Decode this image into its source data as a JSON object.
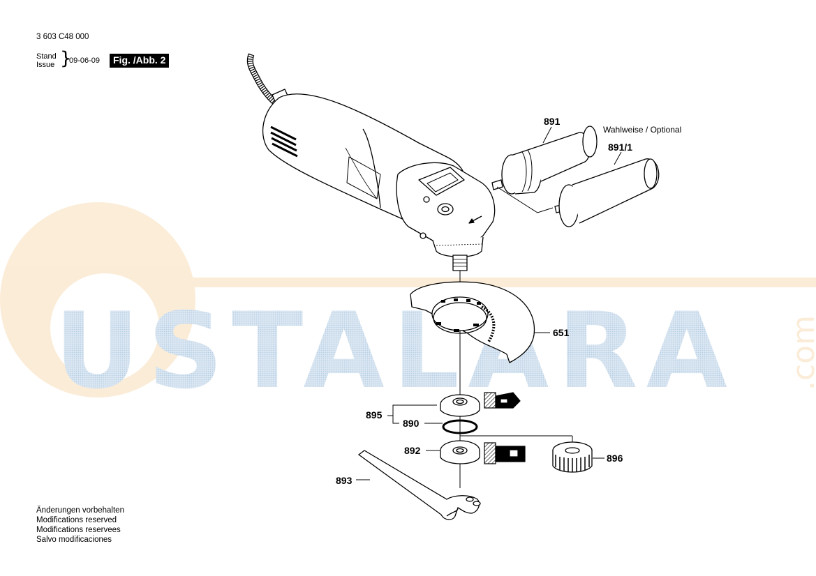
{
  "header": {
    "doc_number": "3 603 C48 000",
    "stand_label": "Stand",
    "issue_label": "Issue",
    "date": "09-06-09",
    "figure_label": "Fig. /Abb. 2"
  },
  "footer_notes": [
    "Änderungen vorbehalten",
    "Modifications reserved",
    "Modifications reservees",
    "Salvo modificaciones"
  ],
  "optional_note": "Wahlweise / Optional",
  "watermark": {
    "text": "USTALARA",
    "suffix": ".com",
    "letter_color": "#c9dcec",
    "circle_color": "#fbecd6"
  },
  "parts": {
    "p891": "891",
    "p891_1": "891/1",
    "p651": "651",
    "p895": "895",
    "p890": "890",
    "p892": "892",
    "p896": "896",
    "p893": "893"
  }
}
